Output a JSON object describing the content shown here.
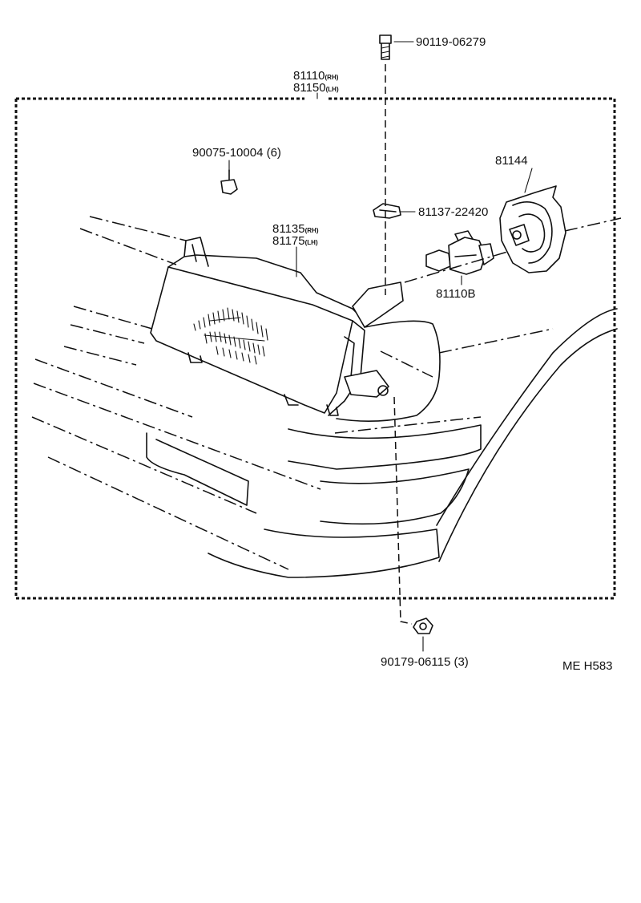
{
  "colors": {
    "ink": "#111111",
    "paper": "#ffffff"
  },
  "assembly": {
    "part_rh": "81110",
    "tag_rh": "(RH)",
    "part_lh": "81150",
    "tag_lh": "(LH)"
  },
  "unit": {
    "part_rh": "81135",
    "tag_rh": "(RH)",
    "part_lh": "81175",
    "tag_lh": "(LH)"
  },
  "parts": {
    "top_screw": "90119-06279",
    "clip_nut": "90075-10004 (6)",
    "retainer": "81137-22420",
    "socket_cover": "81144",
    "bulb": "81110B",
    "bottom_nut": "90179-06115 (3)"
  },
  "diagram_code": "ME H583"
}
